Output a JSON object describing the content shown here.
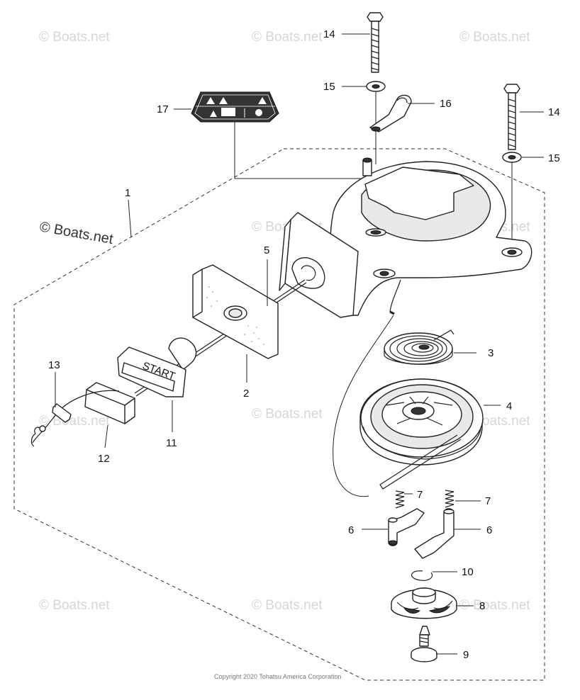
{
  "watermark": "© Boats.net",
  "watermark_prominent": "© Boats.net",
  "copyright": "Copyright 2020 Tohatsu America Corporation",
  "handle_text": "START",
  "callouts": {
    "c1": "1",
    "c2": "2",
    "c3": "3",
    "c4": "4",
    "c5": "5",
    "c6a": "6",
    "c6b": "6",
    "c7a": "7",
    "c7b": "7",
    "c8": "8",
    "c9": "9",
    "c10": "10",
    "c11": "11",
    "c12": "12",
    "c13": "13",
    "c14a": "14",
    "c14b": "14",
    "c15a": "15",
    "c15b": "15",
    "c16": "16",
    "c17": "17"
  }
}
